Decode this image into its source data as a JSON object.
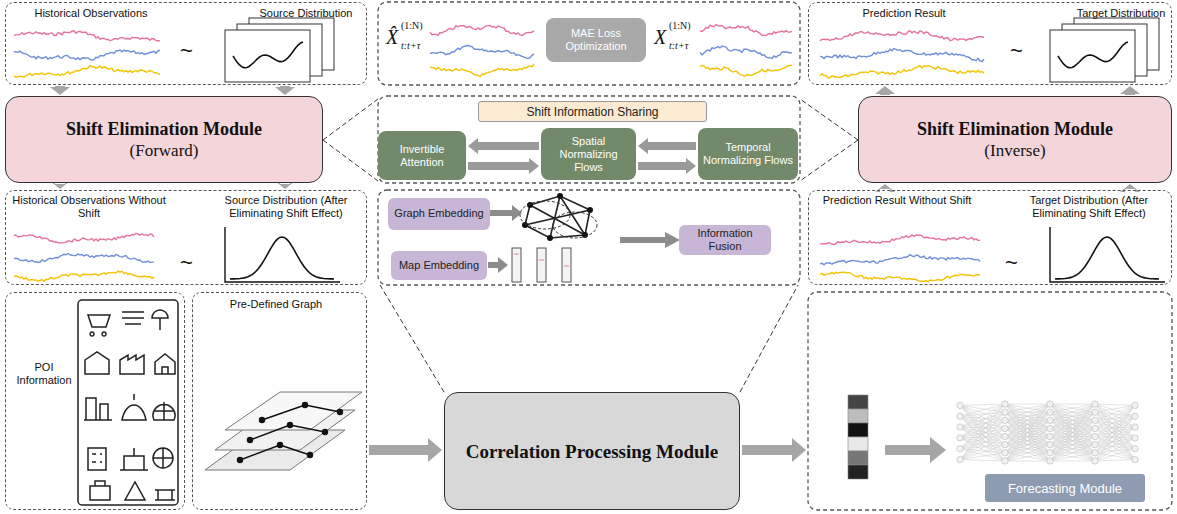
{
  "diagram": {
    "nodes": [
      {
        "text": [
          "Historical Observations",
          "Source Distribution"
        ]
      },
      {
        "text": [
          "MAE Loss Optimization"
        ]
      },
      {
        "text": [
          "Prediction Result",
          "Target Distribution"
        ]
      },
      {
        "text": [
          "Shift Elimination Module",
          "(Forward)"
        ]
      },
      {
        "text": [
          "Shift Information Sharing"
        ]
      },
      {
        "text": [
          "Invertible Attention"
        ]
      },
      {
        "text": [
          "Spatial Normalizing Flows"
        ]
      },
      {
        "text": [
          "Temporal Normalizing Flows"
        ]
      },
      {
        "text": [
          "Shift Elimination Module",
          "(Inverse)"
        ]
      },
      {
        "text": [
          "Historical Observations Without Shift",
          "Source Distribution (After Eliminating Shift Effect)"
        ]
      },
      {
        "text": [
          "Graph Embedding"
        ]
      },
      {
        "text": [
          "Map Embedding"
        ]
      },
      {
        "text": [
          "Information Fusion"
        ]
      },
      {
        "text": [
          "Prediction Result Without Shift",
          "Target Distribution (After Eliminating Shift Effect)"
        ]
      },
      {
        "text": [
          "POI Information"
        ]
      },
      {
        "text": [
          "Pre-Defined Graph"
        ]
      },
      {
        "text": [
          "Correlation Processing Module"
        ]
      },
      {
        "text": [
          "Forecasting Module"
        ]
      }
    ],
    "edges": [
      {
        "from": 0,
        "to": 3,
        "arrow": "to"
      },
      {
        "from": 0,
        "to": 3,
        "arrow": "to"
      },
      {
        "from": 3,
        "to": 9,
        "arrow": "to"
      },
      {
        "from": 3,
        "to": 9,
        "arrow": "to"
      },
      {
        "from": 13,
        "to": 8,
        "arrow": "to"
      },
      {
        "from": 13,
        "to": 8,
        "arrow": "to"
      },
      {
        "from": 8,
        "to": 2,
        "arrow": "to"
      },
      {
        "from": 8,
        "to": 2,
        "arrow": "to"
      },
      {
        "from": 15,
        "to": 16,
        "arrow": "to"
      },
      {
        "from": 6,
        "to": 5,
        "arrow": "to"
      },
      {
        "from": 5,
        "to": 6,
        "arrow": "to"
      },
      {
        "from": 7,
        "to": 6,
        "arrow": "to"
      },
      {
        "from": 6,
        "to": 7,
        "arrow": "to"
      }
    ],
    "labels": [
      "~",
      "X̂",
      "(1:N)",
      "t:t+τ",
      "X",
      "(1:N)",
      "t:t+τ",
      "~",
      "~",
      "~"
    ]
  }
}
